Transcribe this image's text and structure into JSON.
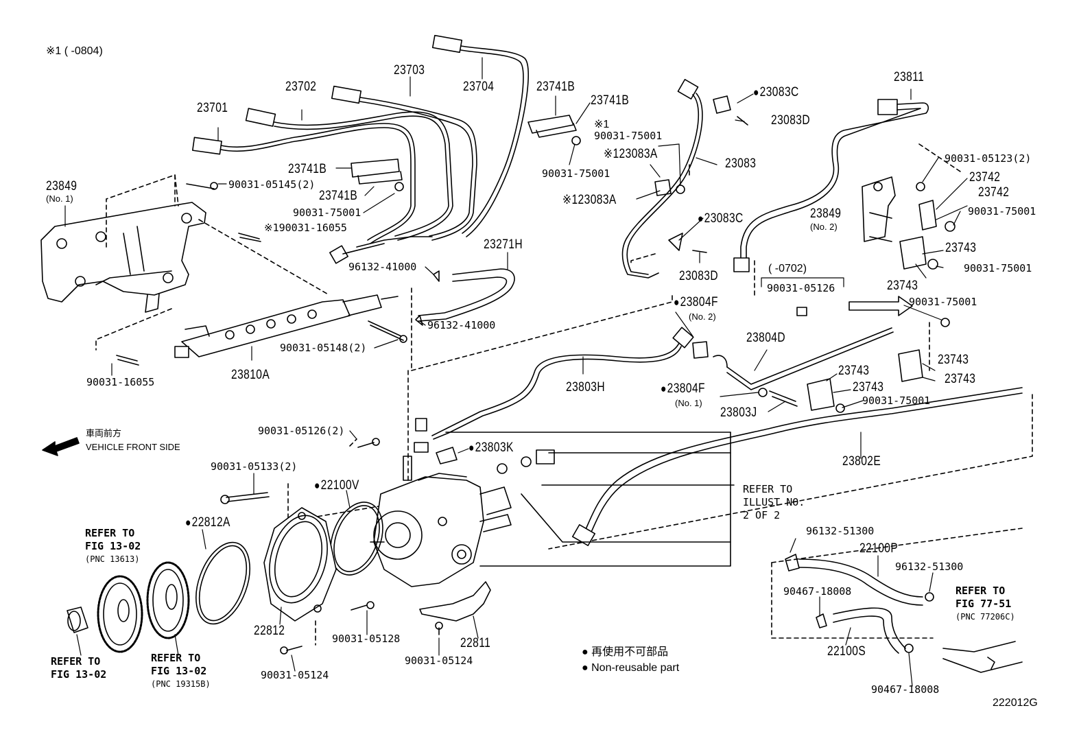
{
  "note_applicability": "※1 (      -0804)",
  "front_cn": "車両前方",
  "front_en": "VEHICLE FRONT SIDE",
  "legend_cn": "再使用不可部品",
  "legend_en": "Non-reusable part",
  "figure_id": "222012G",
  "range_0702": "(      -0702)",
  "parts": {
    "p23701": "23701",
    "p23702": "23702",
    "p23703": "23703",
    "p23704": "23704",
    "p23741B_a": "23741B",
    "p23741B_b": "23741B",
    "p23741B_c": "23741B",
    "p23741B_d": "23741B",
    "p23849_1": "23849",
    "p23849_1_sub": "(No. 1)",
    "p90031_05145": "90031-05145(2)",
    "p90031_75001_a": "90031-75001",
    "p90031_16055_star": "※190031-16055",
    "p96132_41000_a": "96132-41000",
    "p96132_41000_b": "96132-41000",
    "p23271H": "23271H",
    "p90031_05148": "90031-05148(2)",
    "p23810A": "23810A",
    "p90031_16055": "90031-16055",
    "p23083C_a": "23083C",
    "p23083D_a": "23083D",
    "p_star1": "※1",
    "p90031_75001_b": "90031-75001",
    "p23083A_a": "※123083A",
    "p90031_75001_c": "90031-75001",
    "p23083": "23083",
    "p23083A_b": "※123083A",
    "p23083C_b": "23083C",
    "p23083D_b": "23083D",
    "p23811": "23811",
    "p90031_05123": "90031-05123(2)",
    "p23742_a": "23742",
    "p23742_b": "23742",
    "p23849_2": "23849",
    "p23849_2_sub": "(No. 2)",
    "p90031_75001_d": "90031-75001",
    "p23743_a": "23743",
    "p90031_75001_e": "90031-75001",
    "p23743_b": "23743",
    "p90031_05126_a": "90031-05126",
    "p90031_75001_f": "90031-75001",
    "p23804F_2": "23804F",
    "p23804F_2_sub": "(No. 2)",
    "p23804D": "23804D",
    "p23803H": "23803H",
    "p23804F_1": "23804F",
    "p23804F_1_sub": "(No. 1)",
    "p23743_c": "23743",
    "p23743_d": "23743",
    "p23743_e": "23743",
    "p23743_f": "23743",
    "p90031_75001_g": "90031-75001",
    "p23803J": "23803J",
    "p90031_05126_2": "90031-05126(2)",
    "p23803K": "23803K",
    "p23802E": "23802E",
    "p90031_05133": "90031-05133(2)",
    "p22100V": "22100V",
    "p22812A": "22812A",
    "p22812": "22812",
    "p90031_05128": "90031-05128",
    "p22811": "22811",
    "p90031_05124_a": "90031-05124",
    "p90031_05124_b": "90031-05124",
    "p96132_51300_a": "96132-51300",
    "p22100P": "22100P",
    "p96132_51300_b": "96132-51300",
    "p90467_18008_a": "90467-18008",
    "p22100S": "22100S",
    "p90467_18008_b": "90467-18008"
  },
  "refer_illust": [
    "REFER TO",
    "ILLUST NO.",
    "2 OF 2"
  ],
  "refer_1302_a": [
    "REFER TO",
    "FIG 13-02",
    "(PNC 13613)"
  ],
  "refer_1302_b": [
    "REFER TO",
    "FIG 13-02"
  ],
  "refer_1302_c": [
    "REFER TO",
    "FIG 13-02",
    "(PNC 19315B)"
  ],
  "refer_7751": [
    "REFER TO",
    "FIG 77-51",
    "(PNC 77206C)"
  ]
}
